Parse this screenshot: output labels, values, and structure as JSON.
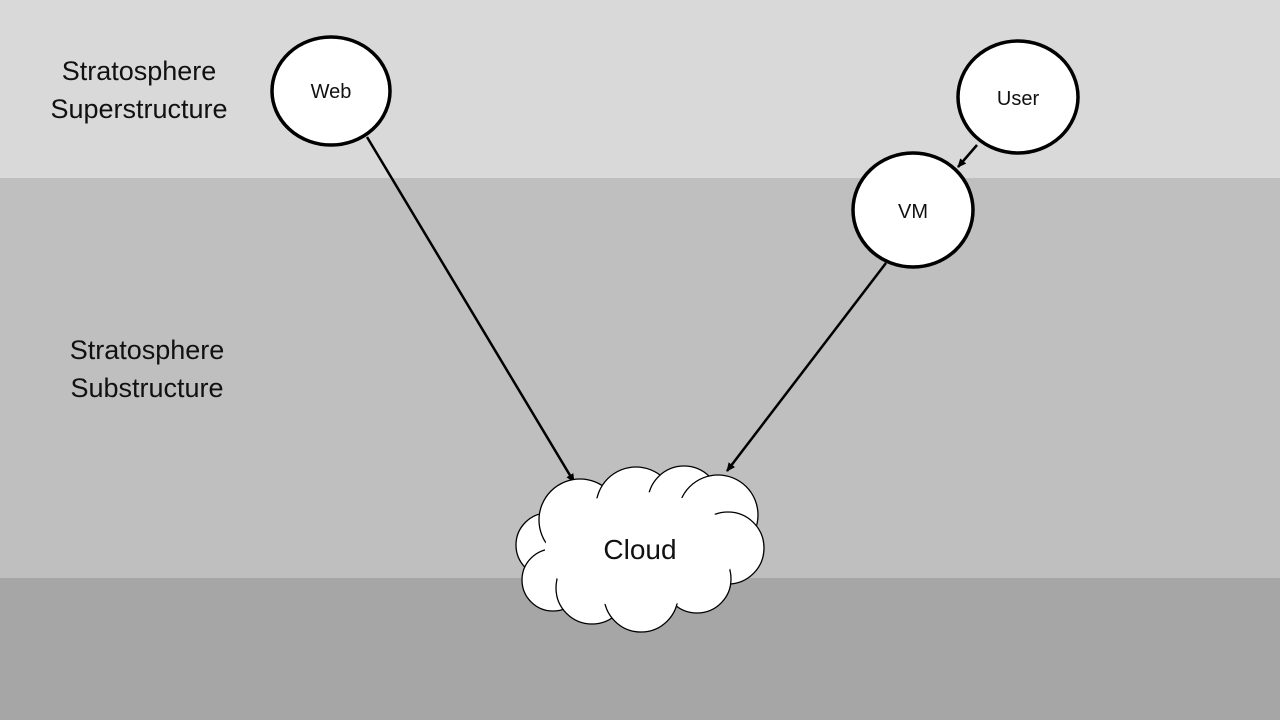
{
  "colors": {
    "superstructure_band": "#d9d9d9",
    "substructure_band": "#bfbfbf",
    "bottom_band": "#a6a6a6",
    "node_fill": "#ffffff",
    "stroke": "#000000"
  },
  "layers": {
    "superstructure": {
      "line1": "Stratosphere",
      "line2": "Superstructure"
    },
    "substructure": {
      "line1": "Stratosphere",
      "line2": "Substructure"
    }
  },
  "nodes": {
    "web": {
      "label": "Web",
      "shape": "circle"
    },
    "user": {
      "label": "User",
      "shape": "circle"
    },
    "vm": {
      "label": "VM",
      "shape": "circle"
    },
    "cloud": {
      "label": "Cloud",
      "shape": "cloud"
    }
  },
  "edges": [
    {
      "from": "web",
      "to": "cloud"
    },
    {
      "from": "user",
      "to": "vm"
    },
    {
      "from": "vm",
      "to": "cloud"
    }
  ]
}
